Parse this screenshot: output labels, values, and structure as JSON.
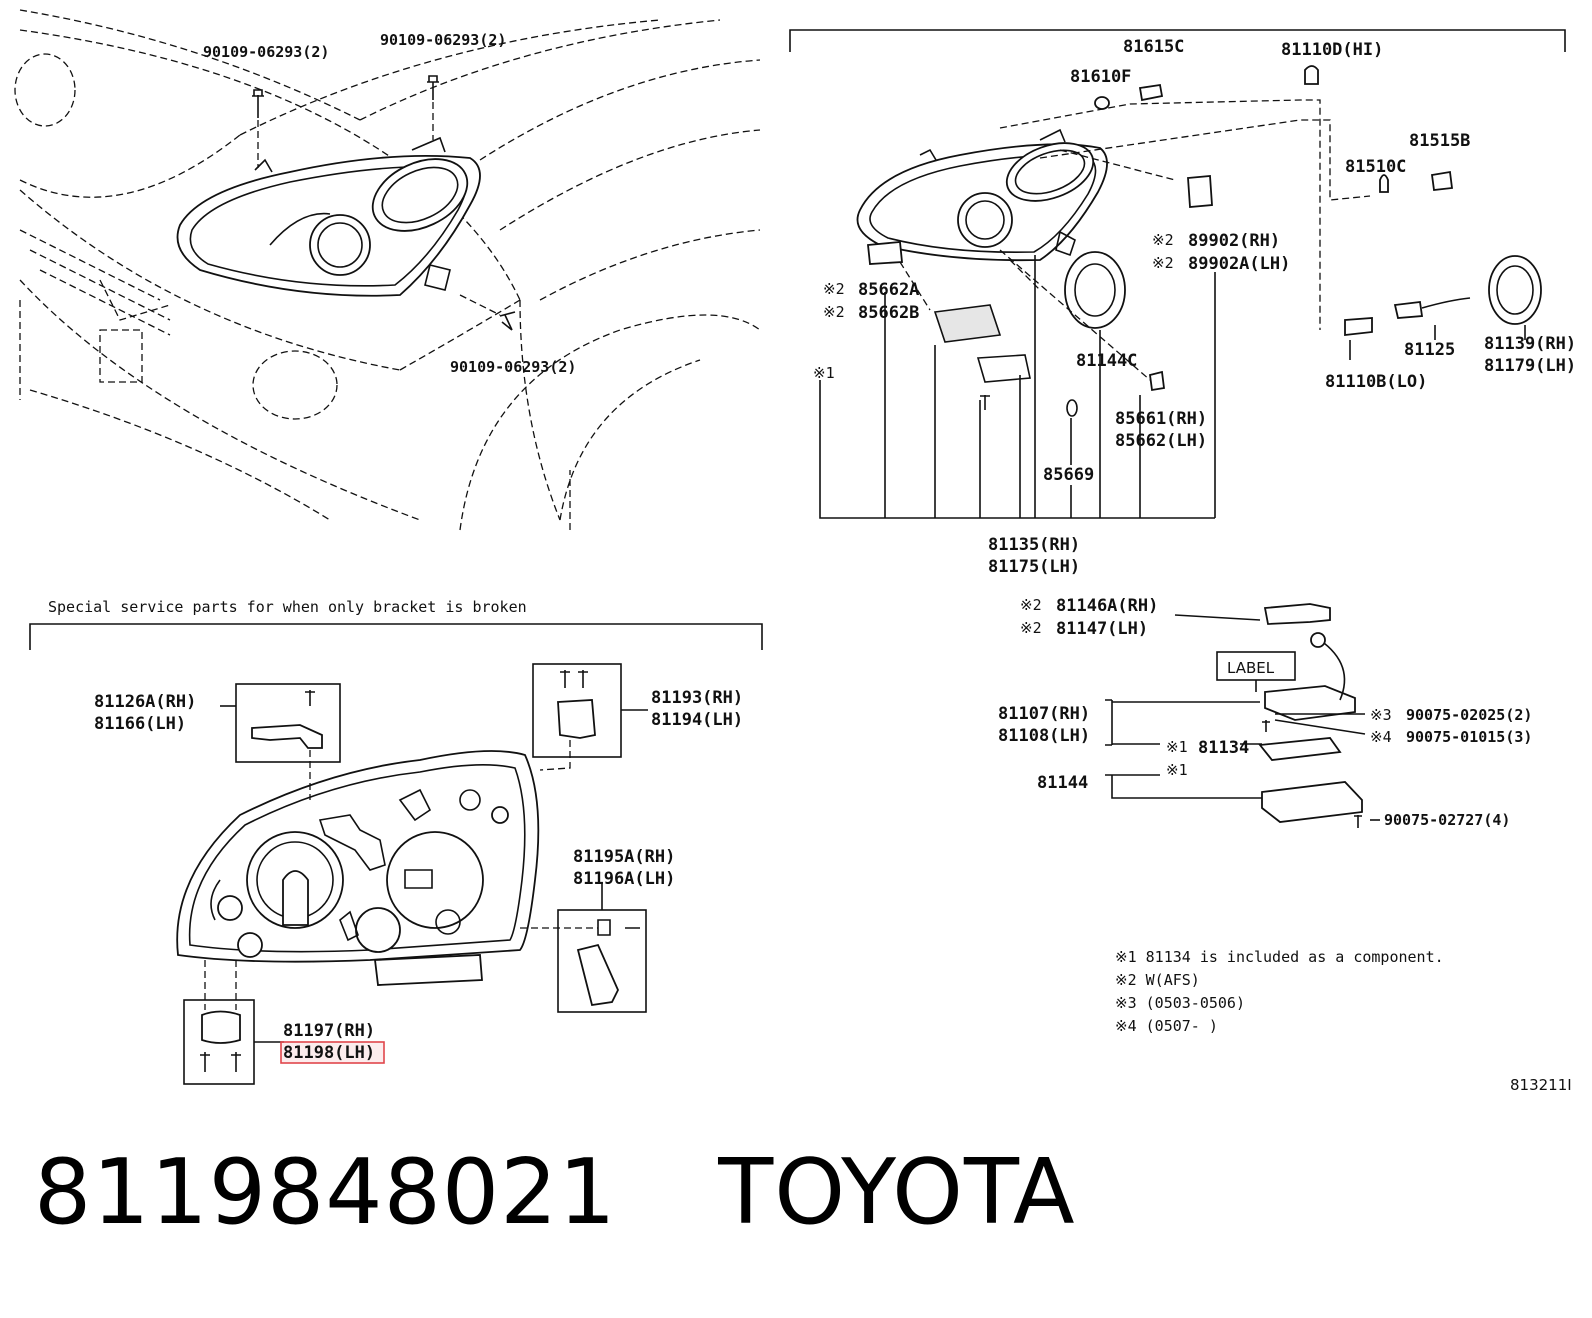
{
  "labels": {
    "bolt_a": "90109-06293(2)",
    "bolt_b": "90109-06293(2)",
    "bolt_c": "90109-06293(2)",
    "p81615c": "81615C",
    "p81110d": "81110D(HI)",
    "p81610f": "81610F",
    "p81515b": "81515B",
    "p81510c": "81510C",
    "p89902_mark": "※2",
    "p89902": "89902(RH)",
    "p89902a_mark": "※2",
    "p89902a": "89902A(LH)",
    "p85662a_mark": "※2",
    "p85662a": "85662A",
    "p85662b_mark": "※2",
    "p85662b": "85662B",
    "note1_mark": "※1",
    "p81144c": "81144C",
    "p85661": "85661(RH)",
    "p85662": "85662(LH)",
    "p85669": "85669",
    "p81125": "81125",
    "p81139": "81139(RH)",
    "p81179": "81179(LH)",
    "p81110b": "81110B(LO)",
    "p81135": "81135(RH)",
    "p81175": "81175(LH)",
    "special": "Special service parts for when only bracket is broken",
    "p81146a_mark": "※2",
    "p81146a": "81146A(RH)",
    "p81147_mark": "※2",
    "p81147": "81147(LH)",
    "label_tag": "LABEL",
    "p81107": "81107(RH)",
    "p81108": "81108(LH)",
    "p81134_mark": "※1",
    "p81134": "81134",
    "p81144_mark": "※1",
    "p81144": "81144",
    "s90075a_mark": "※3",
    "s90075a": "90075-02025(2)",
    "s90075b_mark": "※4",
    "s90075b": "90075-01015(3)",
    "s90075c": "90075-02727(4)",
    "p81126a": "81126A(RH)",
    "p81166": "81166(LH)",
    "p81193": "81193(RH)",
    "p81194": "81194(LH)",
    "p81195a": "81195A(RH)",
    "p81196a": "81196A(LH)",
    "p81197": "81197(RH)",
    "p81198": "81198(LH)",
    "fn1": "※1 81134 is included as a component.",
    "fn2": "※2 W(AFS)",
    "fn3": "※3 (0503-0506)",
    "fn4": "※4 (0507-     )",
    "diagram_code": "813211I"
  },
  "footer": {
    "part_number": "8119848021",
    "brand": "TOYOTA"
  },
  "highlight_color": "#e0464b"
}
